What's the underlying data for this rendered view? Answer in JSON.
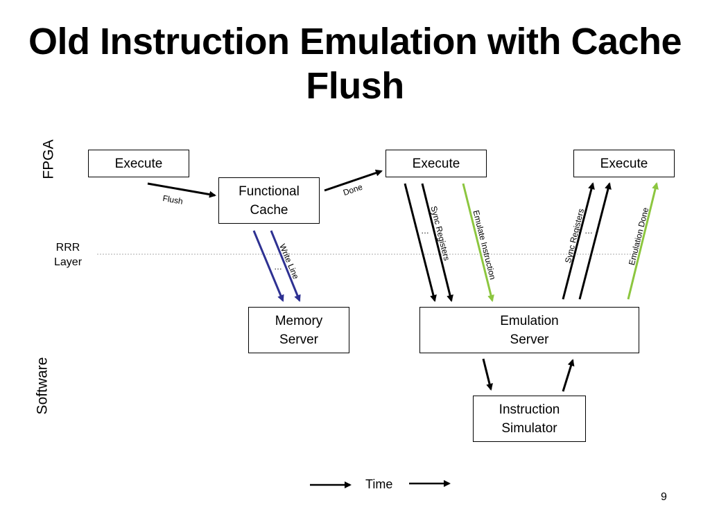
{
  "title": "Old Instruction Emulation with Cache Flush",
  "side_labels": {
    "fpga": "FPGA",
    "software": "Software",
    "rrr_layer": "RRR\nLayer"
  },
  "boxes": {
    "execute_1": "Execute",
    "functional_cache": "Functional\nCache",
    "execute_2": "Execute",
    "execute_3": "Execute",
    "memory_server": "Memory\nServer",
    "emulation_server": "Emulation\nServer",
    "instruction_simulator": "Instruction\nSimulator"
  },
  "arrow_labels": {
    "flush": "Flush",
    "done": "Done",
    "write_line": "Write Line",
    "sync_registers_down": "Sync Registers",
    "emulate_instruction": "Emulate Instruction",
    "sync_registers_up": "Sync Registers",
    "emulation_done": "Emulation Done",
    "ellipsis": "…"
  },
  "footer": {
    "time": "Time",
    "page_number": "9"
  },
  "colors": {
    "blue_arrow": "#2e3192",
    "green_arrow": "#8cc63f",
    "black": "#000000",
    "dotted_line": "#aaaaaa"
  }
}
